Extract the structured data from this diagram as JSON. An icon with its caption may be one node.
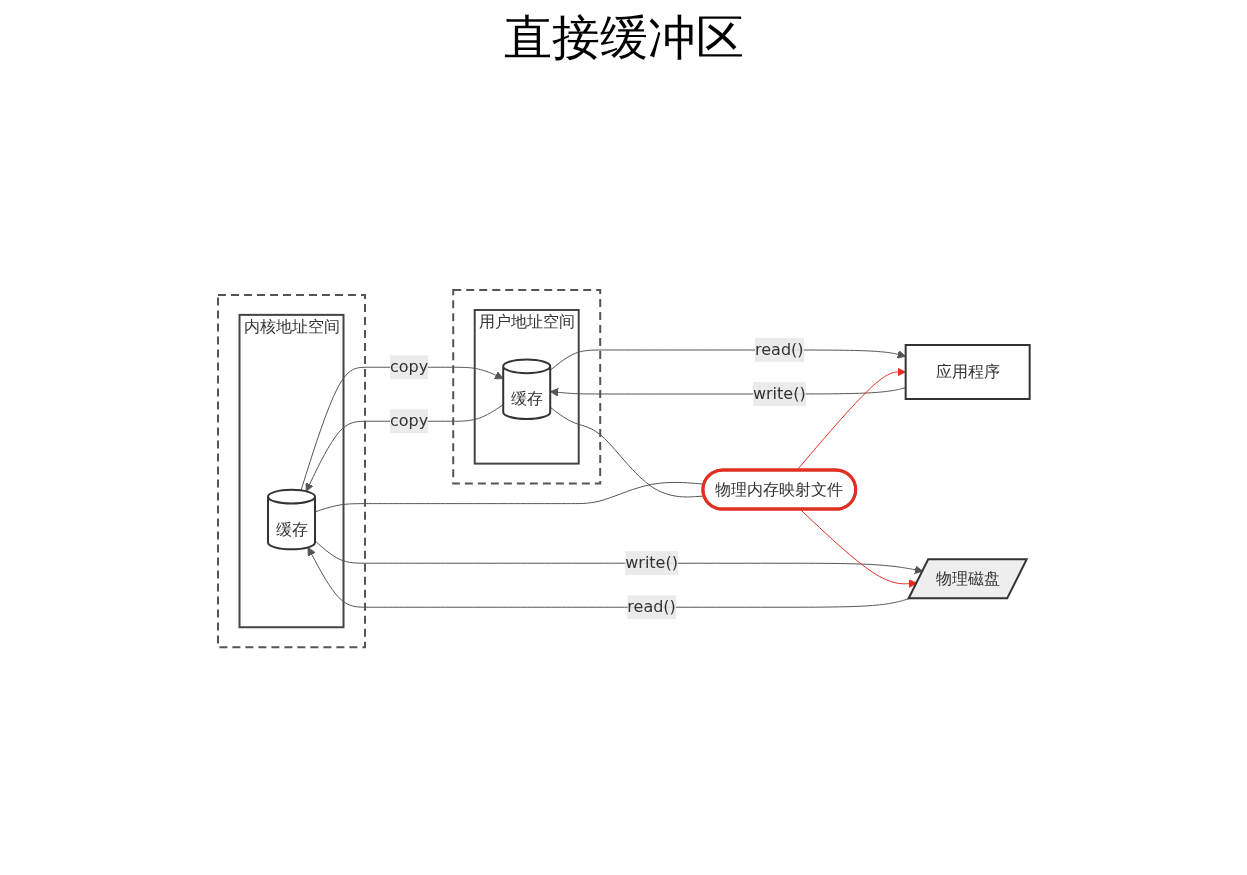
{
  "diagram": {
    "title": "直接缓冲区",
    "nodes": [
      {
        "text": [],
        "shape": "box"
      },
      {
        "text": [
          "内核地址空间"
        ],
        "in": 0
      },
      {
        "text": [
          "缓存"
        ],
        "in": 1
      },
      {
        "text": [],
        "shape": "box"
      },
      {
        "text": [
          "用户地址空间"
        ],
        "in": 3
      },
      {
        "text": [
          "缓存"
        ],
        "in": 4
      },
      {
        "text": [
          "物理磁盘"
        ]
      },
      {
        "text": [
          "应用程序"
        ]
      },
      {
        "text": [
          "物理内存映射文件"
        ]
      }
    ],
    "edges": [
      {
        "from": 6,
        "to": 2,
        "arrow": "to",
        "label": "read()"
      },
      {
        "from": 2,
        "to": 5,
        "arrow": "to",
        "label": "copy"
      },
      {
        "from": 5,
        "to": 7,
        "arrow": "to",
        "label": "read()"
      },
      {
        "from": 7,
        "to": 5,
        "arrow": "to",
        "label": "write()"
      },
      {
        "from": 5,
        "to": 2,
        "arrow": "to",
        "label": "copy"
      },
      {
        "from": 2,
        "to": 6,
        "arrow": "to",
        "label": "write()"
      },
      {
        "from": 2,
        "to": 8,
        "arrow": "none"
      },
      {
        "from": 5,
        "to": 8,
        "arrow": "none"
      },
      {
        "from": 8,
        "to": 6,
        "arrow": "to",
        "color": "#e03020"
      },
      {
        "from": 8,
        "to": 7,
        "arrow": "to",
        "color": "#e03020"
      }
    ]
  }
}
